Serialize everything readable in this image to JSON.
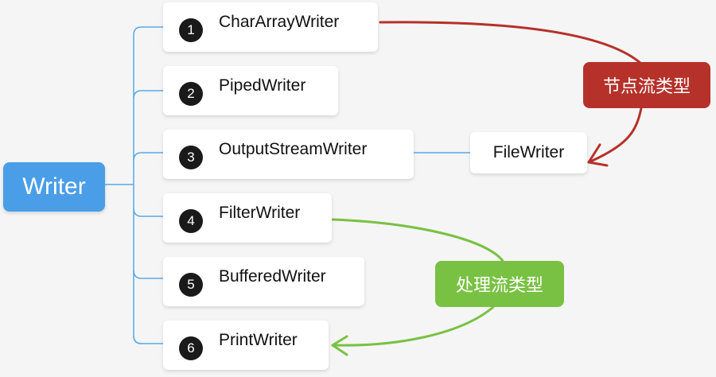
{
  "root": {
    "label": "Writer"
  },
  "children": [
    {
      "index": "1",
      "label": "CharArrayWriter"
    },
    {
      "index": "2",
      "label": "PipedWriter"
    },
    {
      "index": "3",
      "label": "OutputStreamWriter"
    },
    {
      "index": "4",
      "label": "FilterWriter"
    },
    {
      "index": "5",
      "label": "BufferedWriter"
    },
    {
      "index": "6",
      "label": "PrintWriter"
    }
  ],
  "subnode": {
    "label": "FileWriter"
  },
  "annotations": {
    "node_stream": {
      "label": "节点流类型",
      "color": "#b5312a"
    },
    "process_stream": {
      "label": "处理流类型",
      "color": "#79c143"
    }
  },
  "colors": {
    "root": "#4a9ee8",
    "connector": "#5aa9e6",
    "background": "#f5f5f5"
  }
}
